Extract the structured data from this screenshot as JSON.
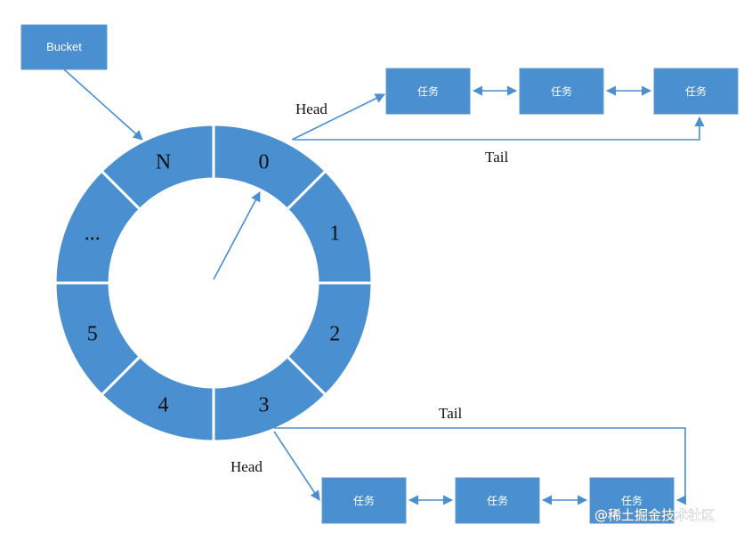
{
  "bucket": {
    "label": "Bucket"
  },
  "wheel": {
    "slots": [
      "0",
      "1",
      "2",
      "3",
      "4",
      "5",
      "...",
      "N"
    ]
  },
  "top_list": {
    "head_label": "Head",
    "tail_label": "Tail",
    "tasks": [
      "任务",
      "任务",
      "任务"
    ]
  },
  "bottom_list": {
    "head_label": "Head",
    "tail_label": "Tail",
    "tasks": [
      "任务",
      "任务",
      "任务"
    ]
  },
  "watermark": "@稀土掘金技术社区",
  "colors": {
    "fill": "#4a8fd0",
    "line": "#4a8fd0",
    "text": "#111111"
  }
}
